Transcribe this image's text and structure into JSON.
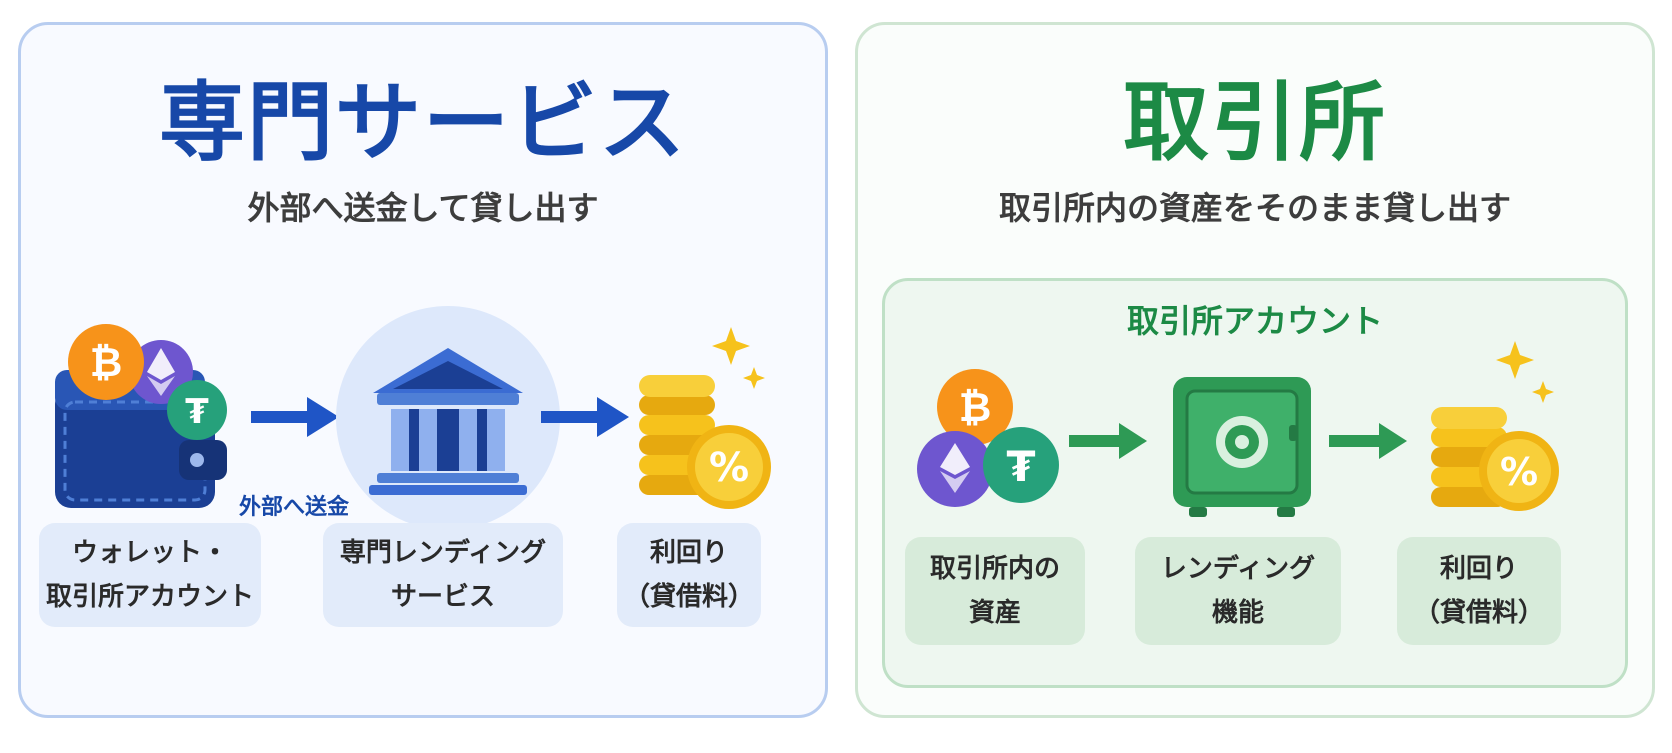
{
  "left": {
    "title": "専門サービス",
    "subtitle": "外部へ送金して貸し出す",
    "send_label": "外部へ送金",
    "steps": [
      {
        "label": "ウォレット・\n取引所アカウント",
        "icon": "wallet-with-crypto-icon"
      },
      {
        "label": "専門レンディング\nサービス",
        "icon": "bank-building-icon"
      },
      {
        "label": "利回り\n（貸借料）",
        "icon": "coin-stack-percent-icon"
      }
    ]
  },
  "right": {
    "title": "取引所",
    "subtitle": "取引所内の資産をそのまま貸し出す",
    "account_title": "取引所アカウント",
    "steps": [
      {
        "label": "取引所内の\n資産",
        "icon": "crypto-coins-icon"
      },
      {
        "label": "レンディング\n機能",
        "icon": "safe-vault-icon"
      },
      {
        "label": "利回り\n（貸借料）",
        "icon": "coin-stack-percent-icon"
      }
    ]
  },
  "colors": {
    "blue_accent": "#1748a8",
    "green_accent": "#1c8a45",
    "bitcoin": "#f7931a",
    "ethereum": "#6e56cf",
    "tether": "#26a17b",
    "gold": "#f6c21c"
  },
  "glyphs": {
    "bitcoin": "₿",
    "tether": "₮",
    "percent": "%"
  }
}
